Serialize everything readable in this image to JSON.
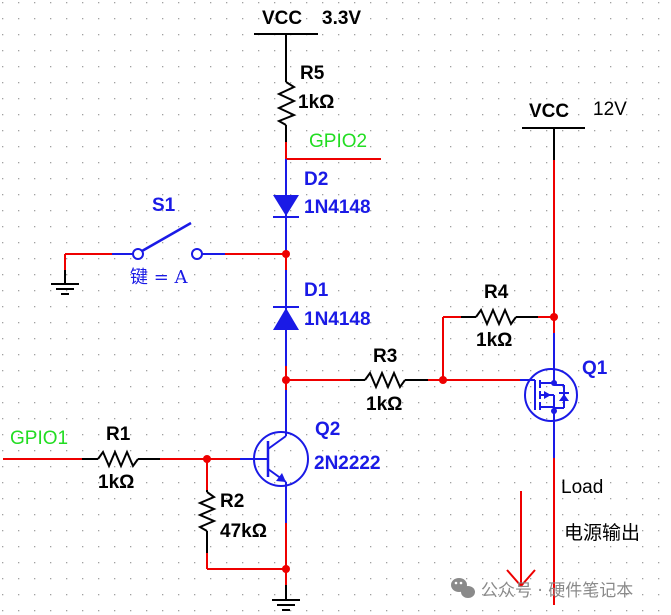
{
  "colors": {
    "wire_red": "#ee0000",
    "wire_blue": "#1a1ae6",
    "wire_black": "#000000",
    "label_green": "#22dd22",
    "grid_dot": "#a0a0a0",
    "watermark": "#8a8a8a"
  },
  "power": {
    "vcc33": {
      "name": "VCC",
      "value": "3.3V"
    },
    "vcc12": {
      "name": "VCC",
      "value": "12V"
    }
  },
  "nets": {
    "gpio2": "GPIO2",
    "gpio1": "GPIO1"
  },
  "components": {
    "r5": {
      "ref": "R5",
      "value": "1kΩ"
    },
    "r4": {
      "ref": "R4",
      "value": "1kΩ"
    },
    "r3": {
      "ref": "R3",
      "value": "1kΩ"
    },
    "r1": {
      "ref": "R1",
      "value": "1kΩ"
    },
    "r2": {
      "ref": "R2",
      "value": "47kΩ"
    },
    "d2": {
      "ref": "D2",
      "value": "1N4148"
    },
    "d1": {
      "ref": "D1",
      "value": "1N4148"
    },
    "s1": {
      "ref": "S1",
      "key": "键 = A"
    },
    "q1": {
      "ref": "Q1"
    },
    "q2": {
      "ref": "Q2",
      "value": "2N2222"
    }
  },
  "output": {
    "load_label": "Load",
    "power_output_label": "电源输出"
  },
  "watermark": {
    "icon": "wechat-icon",
    "text": "公众号 · 硬件笔记本"
  }
}
